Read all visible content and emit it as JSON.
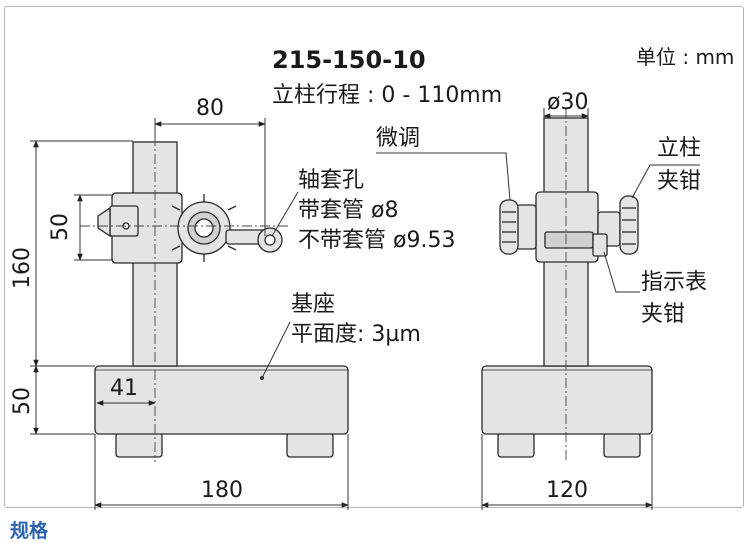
{
  "model": "215-150-10",
  "stroke_label": "立柱行程 : 0 - 110mm",
  "unit_label": "单位 : mm",
  "dimensions": {
    "width_80": "80",
    "height_50_clamp": "50",
    "height_160": "160",
    "height_50_base": "50",
    "offset_41": "41",
    "base_length_180": "180",
    "column_dia_30": "ø30",
    "base_width_120": "120"
  },
  "callouts": {
    "spindle_hole": "轴套孔",
    "with_sleeve": "带套管 ø8",
    "without_sleeve": "不带套管 ø9.53",
    "fine_adjust": "微调",
    "column_clamp_1": "立柱",
    "column_clamp_2": "夹钳",
    "indicator_clamp_1": "指示表",
    "indicator_clamp_2": "夹钳",
    "base_1": "基座",
    "base_2": "平面度: 3µm"
  },
  "section_label": "规格",
  "colors": {
    "part_fill": "#e4e4e4",
    "outline": "#2a2a2a",
    "dim_line": "#333333",
    "footer": "#2c63b0"
  }
}
